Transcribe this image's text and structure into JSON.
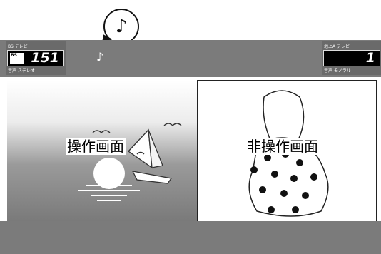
{
  "overlay_note": "♪",
  "left_channel": {
    "top": "BS テレビ",
    "logo": "BS",
    "number": "151",
    "bottom": "音声 ステレオ"
  },
  "right_channel": {
    "top": "地上A テレビ",
    "number": "1",
    "bottom": "音声 モノラル"
  },
  "screen": {
    "left_label": "操作画面",
    "right_label": "非操作画面"
  },
  "colors": {
    "status_bar": "#7b7b7b",
    "frame": "#222222"
  }
}
